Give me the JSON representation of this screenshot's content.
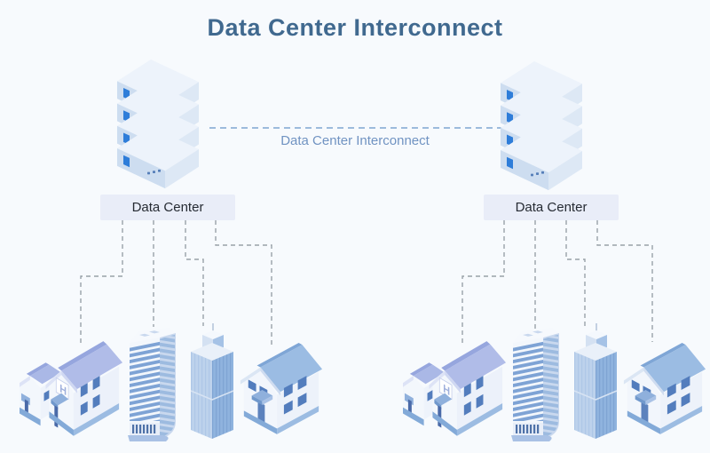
{
  "title": "Data Center Interconnect",
  "interconnect": {
    "label": "Data Center Interconnect"
  },
  "datacenters": [
    {
      "label": "Data Center"
    },
    {
      "label": "Data Center"
    }
  ],
  "icons": {
    "server_stack": "server-stack-icon",
    "buildings": [
      "hospital-icon",
      "skyscraper-icon",
      "office-tower-icon",
      "house-icon"
    ]
  },
  "colors": {
    "background": "#f7fafd",
    "title_text": "#40698f",
    "label_box_bg": "#e9edf8",
    "label_text": "#262b33",
    "interconnect_line": "#7fa6d2",
    "interconnect_text": "#7093c2",
    "drop_line": "#99a1a8",
    "server_led": "#2e7dd9",
    "building_accent": "#7ea3d5",
    "window_blue": "#537dbd",
    "roof_periwinkle": "#b0bce8"
  }
}
